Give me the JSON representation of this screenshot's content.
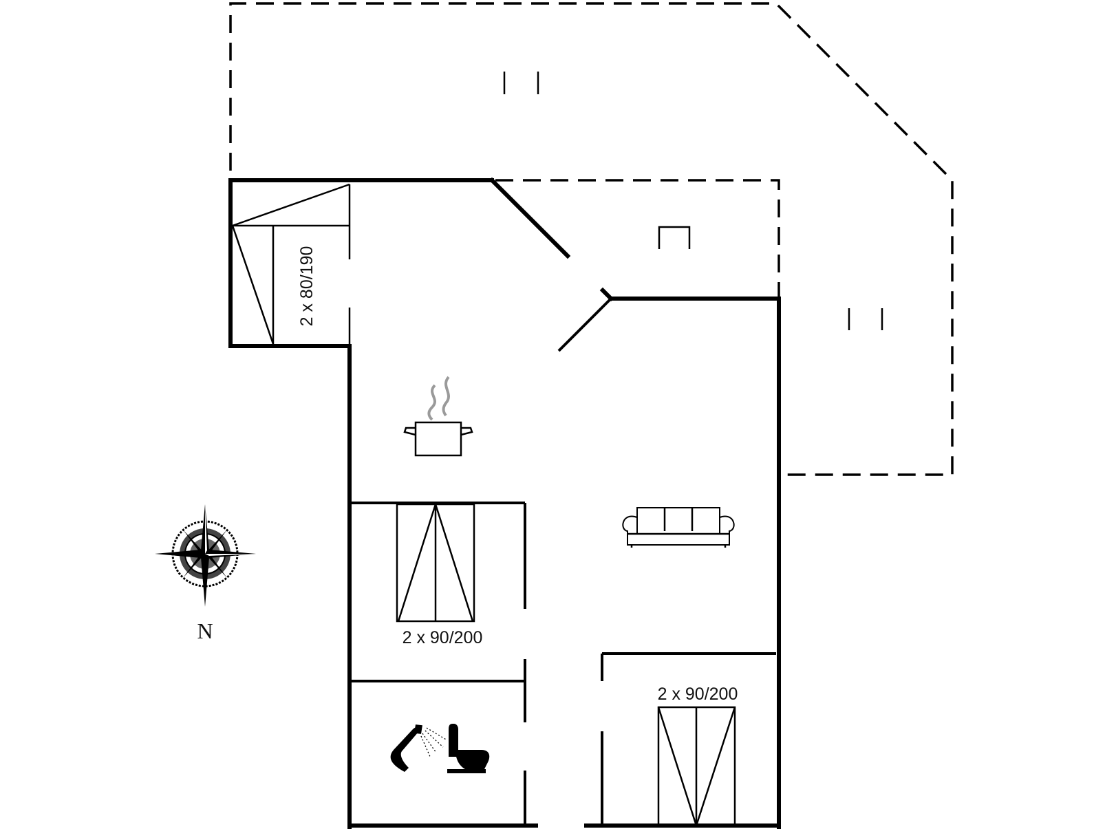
{
  "plan": {
    "labels": {
      "bunk_beds": "2 x 80/190",
      "bedroom_1_beds": "2 x 90/200",
      "bedroom_2_beds": "2 x 90/200"
    },
    "compass": {
      "north_label": "N"
    },
    "icons": [
      "cooking-pot-icon",
      "sofa-icon",
      "shower-icon",
      "toilet-icon",
      "compass-rose-icon"
    ]
  }
}
